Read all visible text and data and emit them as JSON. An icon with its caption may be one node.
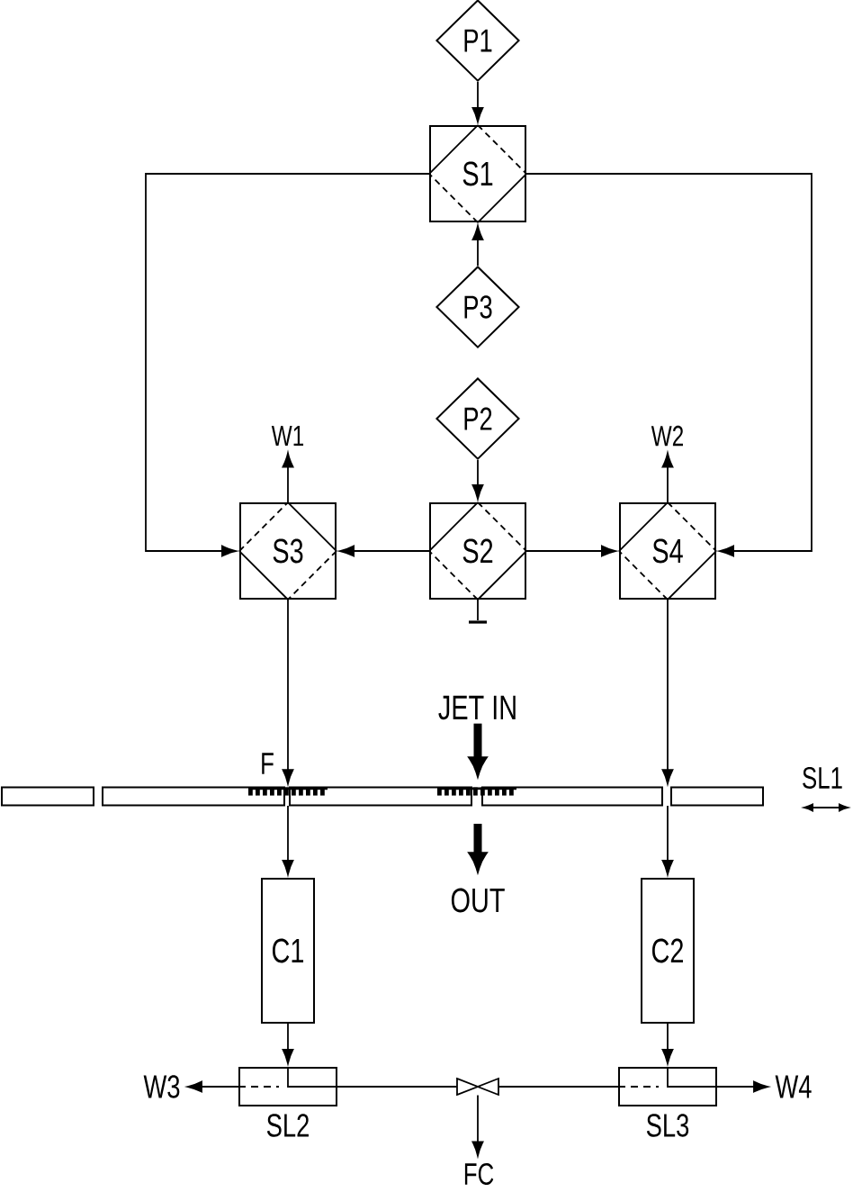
{
  "diagram": {
    "nodes": [
      {
        "text": [
          "P1"
        ]
      },
      {
        "text": [
          "S1"
        ]
      },
      {
        "text": [
          "P3"
        ]
      },
      {
        "text": [
          "P2"
        ]
      },
      {
        "text": [
          "W1"
        ]
      },
      {
        "text": [
          "W2"
        ]
      },
      {
        "text": [
          "S3"
        ]
      },
      {
        "text": [
          "S2"
        ]
      },
      {
        "text": [
          "S4"
        ]
      },
      {
        "text": [],
        "shape": "bar"
      },
      {
        "text": [
          "JET IN"
        ]
      },
      {
        "text": [],
        "shape": "bar",
        "beside": [
          "SL1"
        ]
      },
      {
        "text": [
          "OUT"
        ]
      },
      {
        "text": [
          "C1"
        ]
      },
      {
        "text": [
          "C2"
        ]
      },
      {
        "text": [
          "W3"
        ]
      },
      {
        "text": [
          "SL2"
        ]
      },
      {
        "text": [],
        "shape": "valve"
      },
      {
        "text": [
          "SL3"
        ]
      },
      {
        "text": [
          "W4"
        ]
      },
      {
        "text": [
          "FC"
        ]
      }
    ],
    "edges": [
      {
        "from": 0,
        "to": 1,
        "arrow": "to"
      },
      {
        "from": 2,
        "to": 1,
        "arrow": "to"
      },
      {
        "from": 1,
        "to": 6,
        "arrow": "to"
      },
      {
        "from": 1,
        "to": 8,
        "arrow": "to"
      },
      {
        "from": 3,
        "to": 7,
        "arrow": "to"
      },
      {
        "from": 6,
        "to": 4,
        "arrow": "to"
      },
      {
        "from": 8,
        "to": 5,
        "arrow": "to"
      },
      {
        "from": 7,
        "to": 6,
        "arrow": "to"
      },
      {
        "from": 7,
        "to": 8,
        "arrow": "to"
      },
      {
        "from": 7,
        "to": 9,
        "arrow": "none"
      },
      {
        "from": 10,
        "to": 11,
        "arrow": "to",
        "style": "thick"
      },
      {
        "from": 6,
        "to": 11,
        "arrow": "to"
      },
      {
        "from": 8,
        "to": 11,
        "arrow": "to"
      },
      {
        "from": 11,
        "to": 12,
        "arrow": "to",
        "style": "thick"
      },
      {
        "from": 11,
        "to": 13,
        "arrow": "to"
      },
      {
        "from": 11,
        "to": 14,
        "arrow": "to"
      },
      {
        "from": 13,
        "to": 16,
        "arrow": "to"
      },
      {
        "from": 14,
        "to": 18,
        "arrow": "to"
      },
      {
        "from": 16,
        "to": 15,
        "arrow": "to"
      },
      {
        "from": 16,
        "to": 17,
        "arrow": "none"
      },
      {
        "from": 18,
        "to": 17,
        "arrow": "none"
      },
      {
        "from": 17,
        "to": 20,
        "arrow": "to"
      },
      {
        "from": 18,
        "to": 19,
        "arrow": "to"
      }
    ],
    "labels": [
      "F"
    ]
  }
}
